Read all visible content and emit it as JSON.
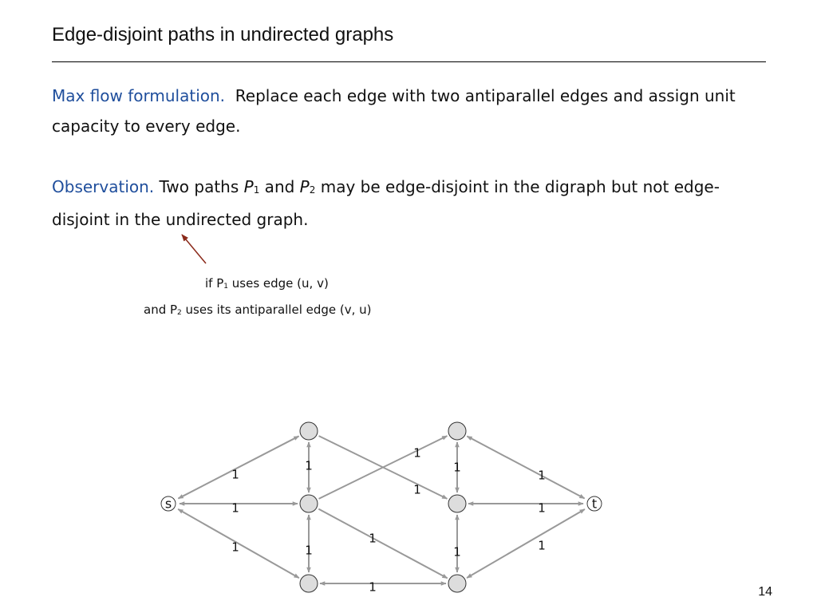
{
  "slide": {
    "title": "Edge-disjoint paths in undirected graphs",
    "page_number": "14"
  },
  "para1": {
    "lead": "Max flow formulation.",
    "text": "Replace each edge with two antiparallel edges and assign unit capacity to every edge."
  },
  "para2": {
    "lead": "Observation.",
    "t1": "Two paths ",
    "p": "P",
    "s1": "1",
    "t2": " and ",
    "s2": "2",
    "t3": " may be edge-disjoint in the digraph but not edge-disjoint in the undirected graph."
  },
  "annotation": {
    "line1_a": "if P",
    "line1_sub": "1",
    "line1_b": " uses edge (u, v)",
    "line2_a": "and P",
    "line2_sub": "2",
    "line2_b": " uses its antiparallel edge (v, u)",
    "arrow_color": "#8b2a1a"
  },
  "graph": {
    "node_labels": {
      "s": "s",
      "t": "t"
    },
    "edge_capacity": "1",
    "edge_color": "#999999",
    "node_fill": "#dddddd"
  }
}
